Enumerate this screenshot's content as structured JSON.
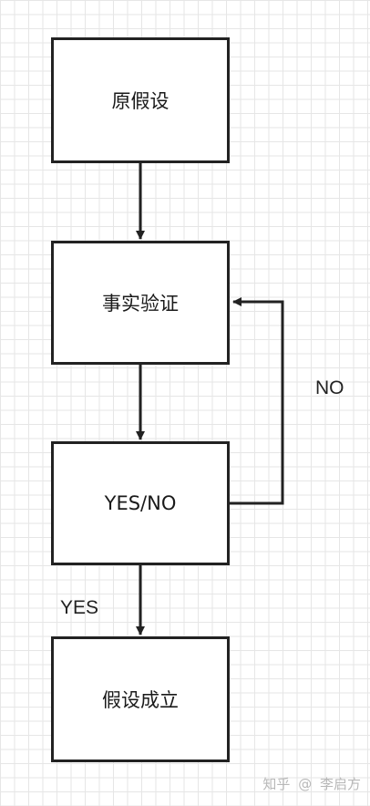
{
  "diagram": {
    "nodes": {
      "hypothesis": "原假设",
      "verify": "事实验证",
      "decision": "YES/NO",
      "accept": "假设成立"
    },
    "edge_labels": {
      "no": "NO",
      "yes": "YES"
    }
  },
  "watermark": {
    "site": "知乎",
    "at": "@",
    "author": "李启方"
  },
  "colors": {
    "stroke": "#222222",
    "grid": "#e6e6e6",
    "background": "#ffffff"
  }
}
